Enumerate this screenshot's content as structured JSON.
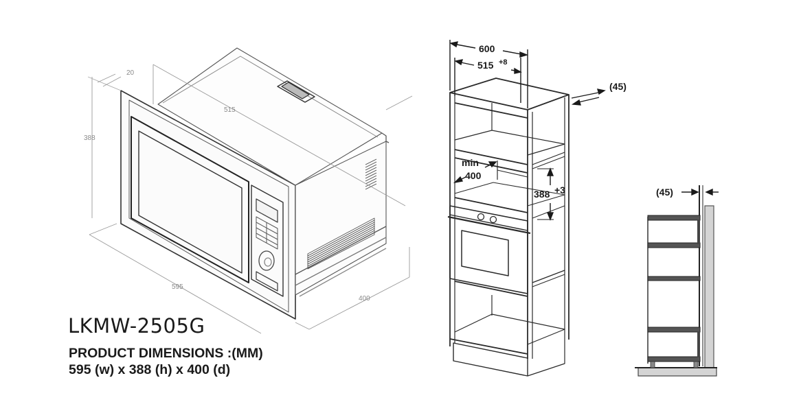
{
  "product": {
    "model": "LKMW-2505G",
    "dimensions_heading": "PRODUCT DIMENSIONS :(MM)",
    "dimensions_text": "595 (w) x 388 (h) x 400 (d)"
  },
  "microwave_drawing": {
    "labels": {
      "frame_depth": "20",
      "height": "388",
      "body_width": "515",
      "width": "595",
      "depth": "400"
    }
  },
  "cabinet_drawing": {
    "labels": {
      "cabinet_width": "600",
      "opening_width": "515",
      "opening_width_tolerance": "+8",
      "rear_gap": "(45)",
      "min_label": "min",
      "min_depth": "400",
      "opening_height": "388",
      "opening_height_tolerance": "+3"
    }
  },
  "side_section_drawing": {
    "labels": {
      "rear_gap": "(45)"
    }
  },
  "colors": {
    "line": "#2a2a2a",
    "faint_line": "#9a9a9a",
    "panel_fill": "#d4d4d4",
    "background": "#ffffff"
  }
}
